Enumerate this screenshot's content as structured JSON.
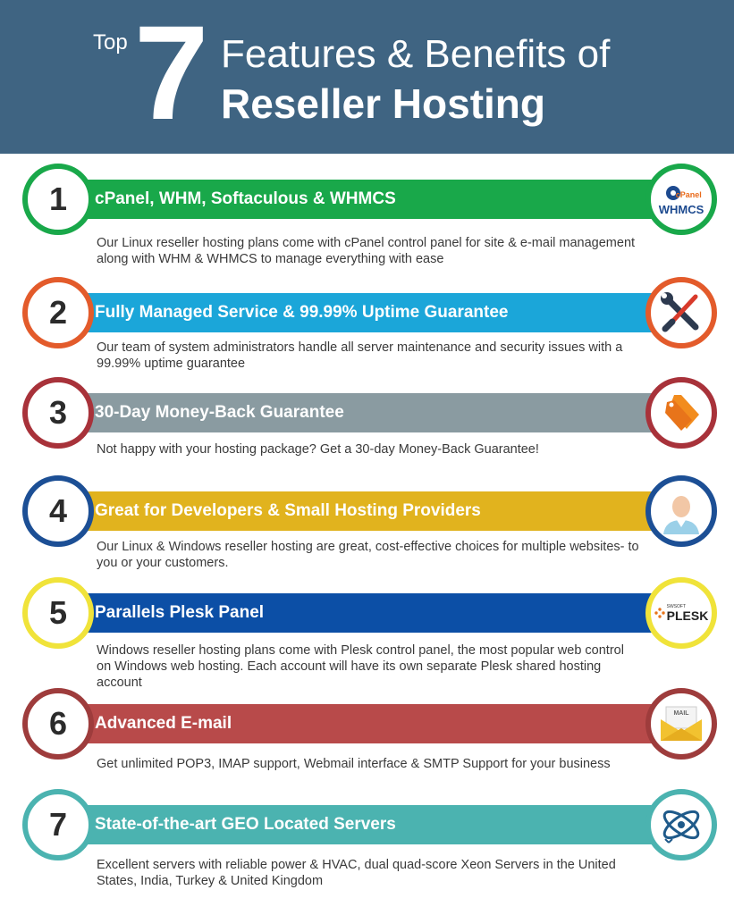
{
  "header": {
    "top_label": "Top",
    "number": "7",
    "line1": "Features & Benefits of",
    "line2": "Reseller Hosting"
  },
  "items": [
    {
      "number": "1",
      "title": "cPanel, WHM, Softaculous & WHMCS",
      "desc": "Our Linux reseller hosting plans come with cPanel control panel for site & e-mail management along with WHM & WHMCS to manage everything with ease",
      "color": "#19a84a",
      "icon": "cpanel-whmcs-logo",
      "logo_text_a": "cPanel",
      "logo_text_b": "WHMCS"
    },
    {
      "number": "2",
      "title": "Fully Managed Service & 99.99% Uptime Guarantee",
      "desc": "Our team of system administrators handle all server maintenance and security issues with a 99.99% uptime guarantee",
      "color": "#1ba6d9",
      "icon": "wrench-screwdriver-icon"
    },
    {
      "number": "3",
      "title": "30-Day Money-Back Guarantee",
      "desc": "Not happy with your hosting package? Get a 30-day Money-Back Guarantee!",
      "color": "#8a9ba1",
      "icon": "price-tag-icon"
    },
    {
      "number": "4",
      "title": "Great for Developers & Small Hosting Providers",
      "desc": "Our Linux & Windows reseller hosting are great, cost-effective choices for multiple websites- to you or your customers.",
      "color": "#e1b31e",
      "icon": "person-avatar-icon"
    },
    {
      "number": "5",
      "title": "Parallels Plesk Panel",
      "desc": "Windows reseller hosting plans come with Plesk control panel, the most popular web control on Windows web hosting. Each account will have its own separate Plesk shared hosting account",
      "color": "#0c4fa6",
      "icon": "plesk-logo",
      "logo_text_a": "SWSOFT",
      "logo_text_b": "PLESK"
    },
    {
      "number": "6",
      "title": "Advanced E-mail",
      "desc": "Get unlimited POP3, IMAP support, Webmail interface & SMTP Support for your business",
      "color": "#b84a4a",
      "icon": "mail-envelope-icon",
      "logo_text_a": "MAIL"
    },
    {
      "number": "7",
      "title": "State-of-the-art GEO Located Servers",
      "desc": "Excellent servers with reliable power & HVAC, dual quad-score Xeon Servers in the United States, India, Turkey & United Kingdom",
      "color": "#4bb3b0",
      "icon": "geo-network-icon"
    }
  ]
}
